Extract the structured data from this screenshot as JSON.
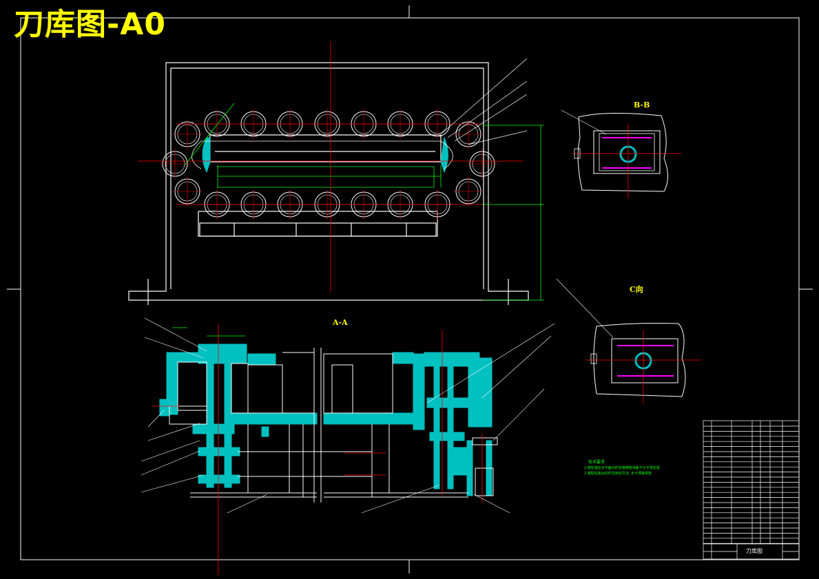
{
  "drawing": {
    "title": "刀库图-A0",
    "views": {
      "section_aa": "A-A",
      "section_bb": "B-B",
      "view_c": "C向"
    },
    "tech_requirements": {
      "title": "技术要求",
      "lines": [
        "1.链轮轴在水平面内的安装精度误差不大于规定值",
        "2.装配后各运动件应转动灵活, 无卡滞等现象"
      ]
    },
    "title_block": {
      "drawing_name": "刀库图"
    },
    "colors": {
      "background": "#000000",
      "outline": "#ffffff",
      "centerline": "#ff0000",
      "section_fill": "#00c0c0",
      "dimension": "#00ff00",
      "title": "#ffff00",
      "part_highlight": "#ff00ff"
    }
  }
}
